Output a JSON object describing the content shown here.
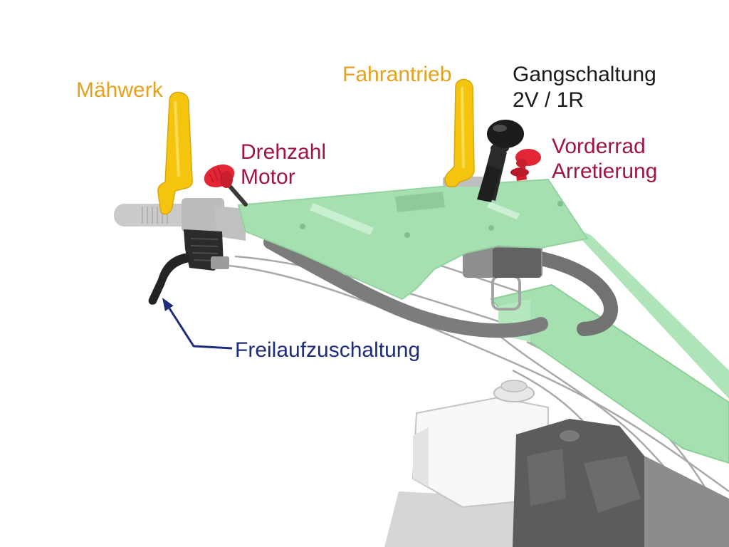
{
  "labels": {
    "mower": "Mähwerk",
    "drive": "Fahrantrieb",
    "gear_shift": {
      "line1": "Gangschaltung",
      "line2": "2V / 1R"
    },
    "engine_speed": {
      "line1": "Drehzahl",
      "line2": "Motor"
    },
    "front_wheel_lock": {
      "line1": "Vorderrad",
      "line2": "Arretierung"
    },
    "freewheel": "Freilaufzuschaltung"
  },
  "colors": {
    "orange": "#E5A11C",
    "crimson": "#A01540",
    "navy": "#1E2C7C",
    "black": "#1A1A1A",
    "lever_yellow": "#F4C40F",
    "knob_red": "#E32636",
    "frame_green": "#A6E0B0"
  }
}
